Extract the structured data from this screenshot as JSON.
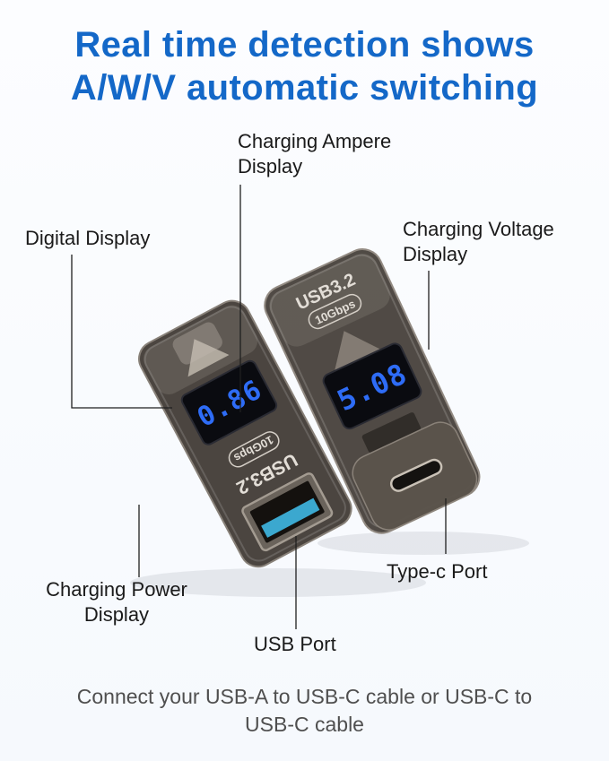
{
  "title": {
    "line1": "Real time detection shows",
    "line2": "A/W/V automatic switching"
  },
  "callouts": {
    "ampere": {
      "line1": "Charging Ampere",
      "line2": "Display"
    },
    "digital": {
      "label": "Digital Display"
    },
    "voltage": {
      "line1": "Charging Voltage",
      "line2": "Display"
    },
    "power": {
      "line1": "Charging Power",
      "line2": "Display"
    },
    "usb": {
      "label": "USB Port"
    },
    "typec": {
      "label": "Type-c Port"
    }
  },
  "devices": {
    "left": {
      "model": "USB3.2",
      "speed": "10Gbps",
      "display_value": "0.86"
    },
    "right": {
      "model": "USB3.2",
      "speed": "10Gbps",
      "display_value": "5.08"
    }
  },
  "footer": {
    "line1": "Connect your USB-A to USB-C cable or USB-C to",
    "line2": "USB-C cable"
  },
  "colors": {
    "title_blue": "#1468c8",
    "digit_blue": "#2e6cf6",
    "callout_text": "#1a1a1a",
    "footer_text": "#4f4f4f",
    "body_plastic": "#453e38",
    "usb_tongue_blue": "#3ba8cf"
  }
}
